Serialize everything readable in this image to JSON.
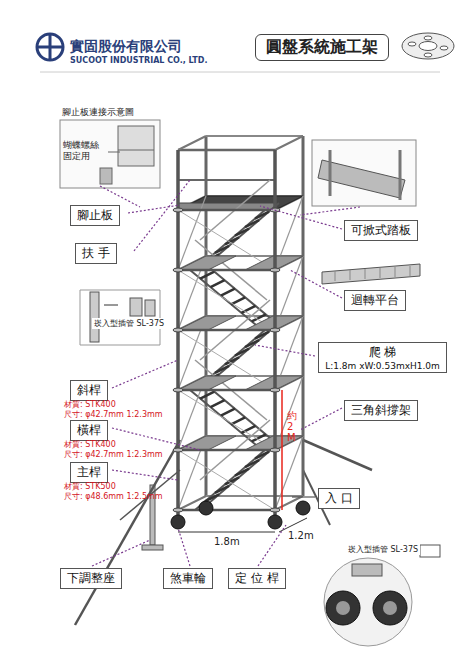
{
  "diagram": {
    "title": "圓盤系統施工架",
    "nodes": [
      {
        "text": [
          "腳止板"
        ]
      },
      {
        "text": [
          "扶 手"
        ]
      },
      {
        "text": [
          "可掀式踏板"
        ]
      },
      {
        "text": [
          "迴轉平台"
        ]
      },
      {
        "text": [
          "爬 梯",
          "L:1.8m xW:0.53mxH1.0m"
        ]
      },
      {
        "text": [
          "斜桿"
        ]
      },
      {
        "text": [
          "三角斜撐架"
        ]
      },
      {
        "text": [
          "橫桿"
        ]
      },
      {
        "text": [
          "主桿"
        ]
      },
      {
        "text": [
          "入 口"
        ]
      },
      {
        "text": [
          "下調整座"
        ]
      },
      {
        "text": [
          "煞車輪"
        ]
      },
      {
        "text": [
          "定 位 桿"
        ]
      }
    ],
    "labels": [
      "實固股份有限公司",
      "SUCOOT INDUSTRIAL CO., LTD.",
      "腳止板連接示意圖",
      "蝴蝶螺絲 固定用",
      "崁入型插管 SL-37S",
      "材質: STK400",
      "尺寸: φ42.7mm 1:2.3mm",
      "材質: STK400",
      "尺寸: φ42.7mm 1:2.3mm",
      "材質: STK500",
      "尺寸: φ48.6mm 1:2.5mm",
      "1.8m",
      "1.2m",
      "約2M",
      "崁入型插管 SL-37S"
    ]
  }
}
